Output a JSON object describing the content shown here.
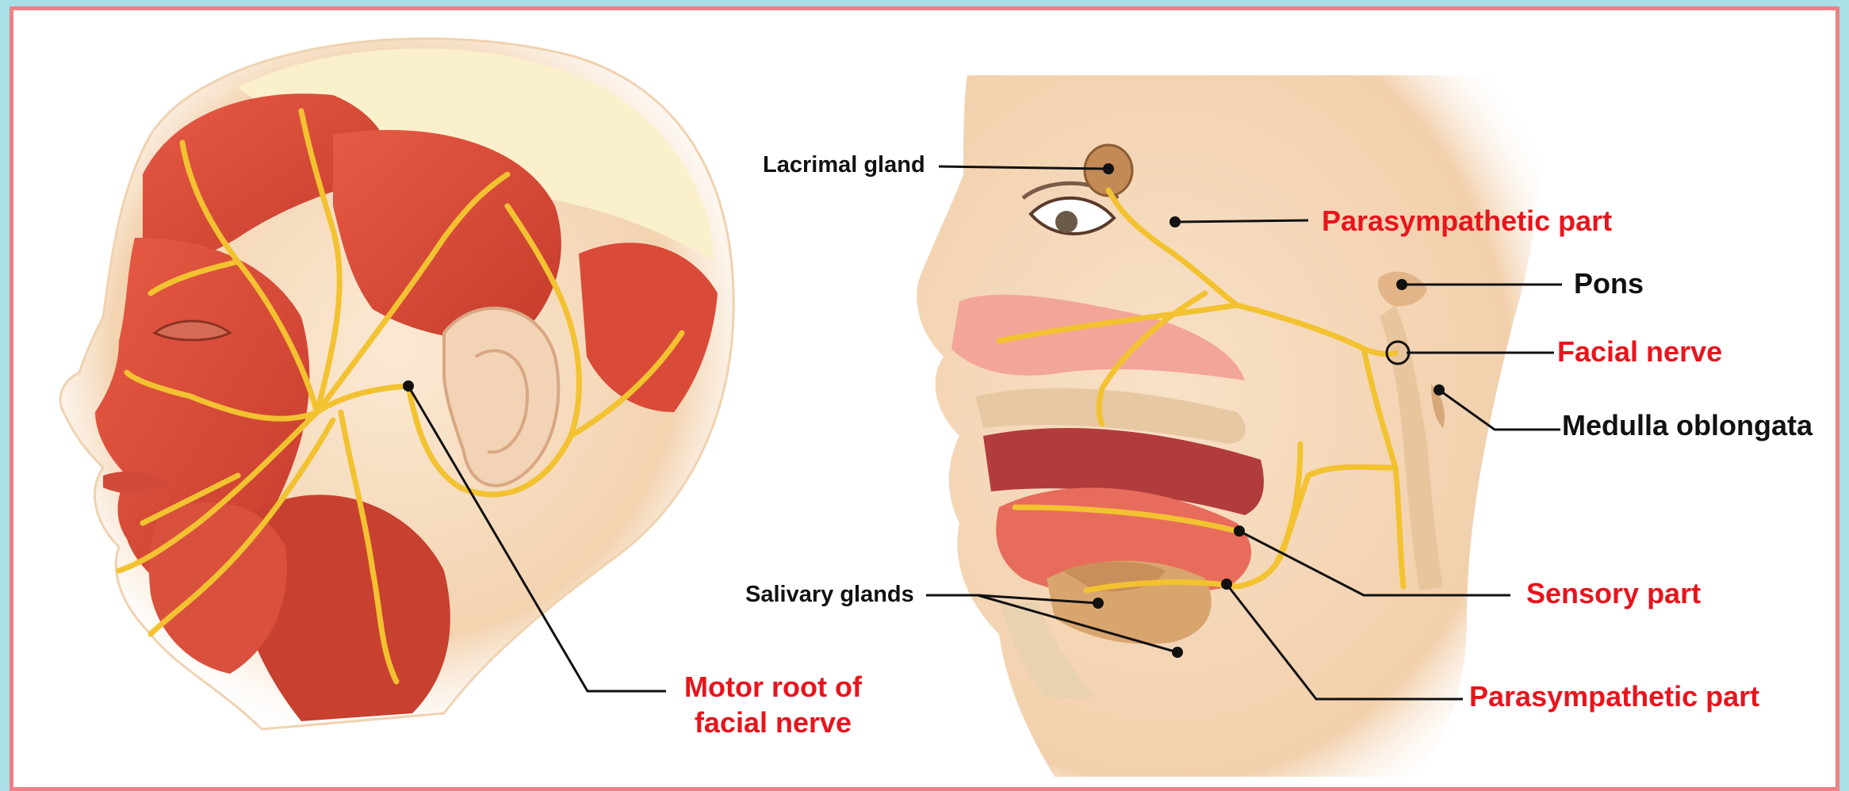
{
  "labels": {
    "lacrimal_gland": "Lacrimal gland",
    "parasympathetic_top": "Parasympathetic part",
    "pons": "Pons",
    "facial_nerve": "Facial nerve",
    "medulla_oblongata": "Medulla oblongata",
    "salivary_glands": "Salivary glands",
    "sensory_part": "Sensory part",
    "parasympathetic_bottom": "Parasympathetic part",
    "motor_root_line1": "Motor root of",
    "motor_root_line2": "facial nerve"
  },
  "colors": {
    "frame_border": "#f07f86",
    "outer_background": "#a9dfe6",
    "red_label": "#e8141c",
    "black_label": "#111111",
    "nerve": "#f2c230",
    "muscle": "#e2533f",
    "skin": "#f6dcc0"
  }
}
